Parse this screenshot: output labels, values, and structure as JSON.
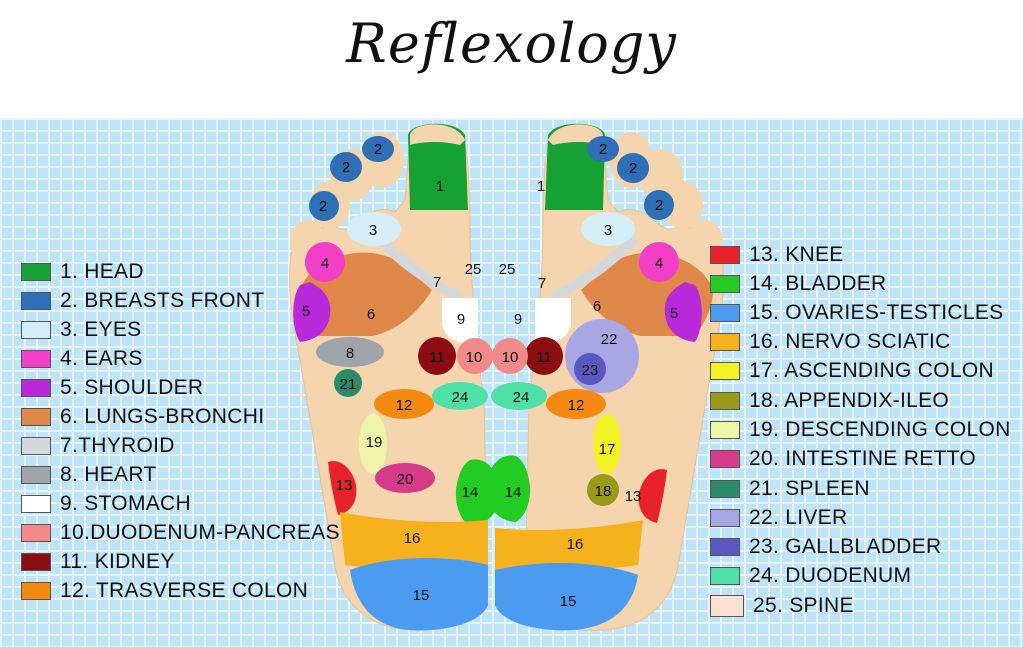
{
  "title": "Reflexology",
  "colors": {
    "skin": "#f5d5ae",
    "background": "#bfe4f7"
  },
  "legend_left": [
    {
      "label": "1. HEAD",
      "color": "#16a135"
    },
    {
      "label": "2. BREASTS FRONT",
      "color": "#2e6fb7"
    },
    {
      "label": "3. EYES",
      "color": "#d6eef8"
    },
    {
      "label": "4. EARS",
      "color": "#f23fc8"
    },
    {
      "label": "5. SHOULDER",
      "color": "#b829d9"
    },
    {
      "label": "6. LUNGS-BRONCHI",
      "color": "#e0874a"
    },
    {
      "label": "7.THYROID",
      "color": "#d4d8db"
    },
    {
      "label": "8. HEART",
      "color": "#9fa3aa"
    },
    {
      "label": "9. STOMACH",
      "color": "#ffffff"
    },
    {
      "label": "10.DUODENUM-PANCREAS",
      "color": "#f28a8a"
    },
    {
      "label": "11. KIDNEY",
      "color": "#8b0d12"
    },
    {
      "label": "12. TRASVERSE COLON",
      "color": "#f58a12"
    }
  ],
  "legend_right": [
    {
      "label": "13. KNEE",
      "color": "#e8222a"
    },
    {
      "label": "14. BLADDER",
      "color": "#22cc22"
    },
    {
      "label": "15. OVARIES-TESTICLES",
      "color": "#4b9cf0"
    },
    {
      "label": "16. NERVO SCIATIC",
      "color": "#f5b21c"
    },
    {
      "label": "17. ASCENDING COLON",
      "color": "#f2f224"
    },
    {
      "label": "18. APPENDIX-ILEO",
      "color": "#9a9a1a"
    },
    {
      "label": "19. DESCENDING COLON",
      "color": "#eef5a8"
    },
    {
      "label": "20. INTESTINE RETTO",
      "color": "#d83a8a"
    },
    {
      "label": "21. SPLEEN",
      "color": "#2a8a6a"
    },
    {
      "label": "22. LIVER",
      "color": "#a9a6e4"
    },
    {
      "label": "23. GALLBLADDER",
      "color": "#5a58c0"
    },
    {
      "label": "24. DUODENUM",
      "color": "#4fe0a8"
    },
    {
      "label": "25. SPINE",
      "color": "#fbe1cf"
    }
  ],
  "zone_numbers": [
    "1",
    "2",
    "3",
    "4",
    "5",
    "6",
    "7",
    "8",
    "9",
    "10",
    "11",
    "12",
    "13",
    "14",
    "15",
    "16",
    "17",
    "18",
    "19",
    "20",
    "21",
    "22",
    "23",
    "24",
    "25"
  ]
}
